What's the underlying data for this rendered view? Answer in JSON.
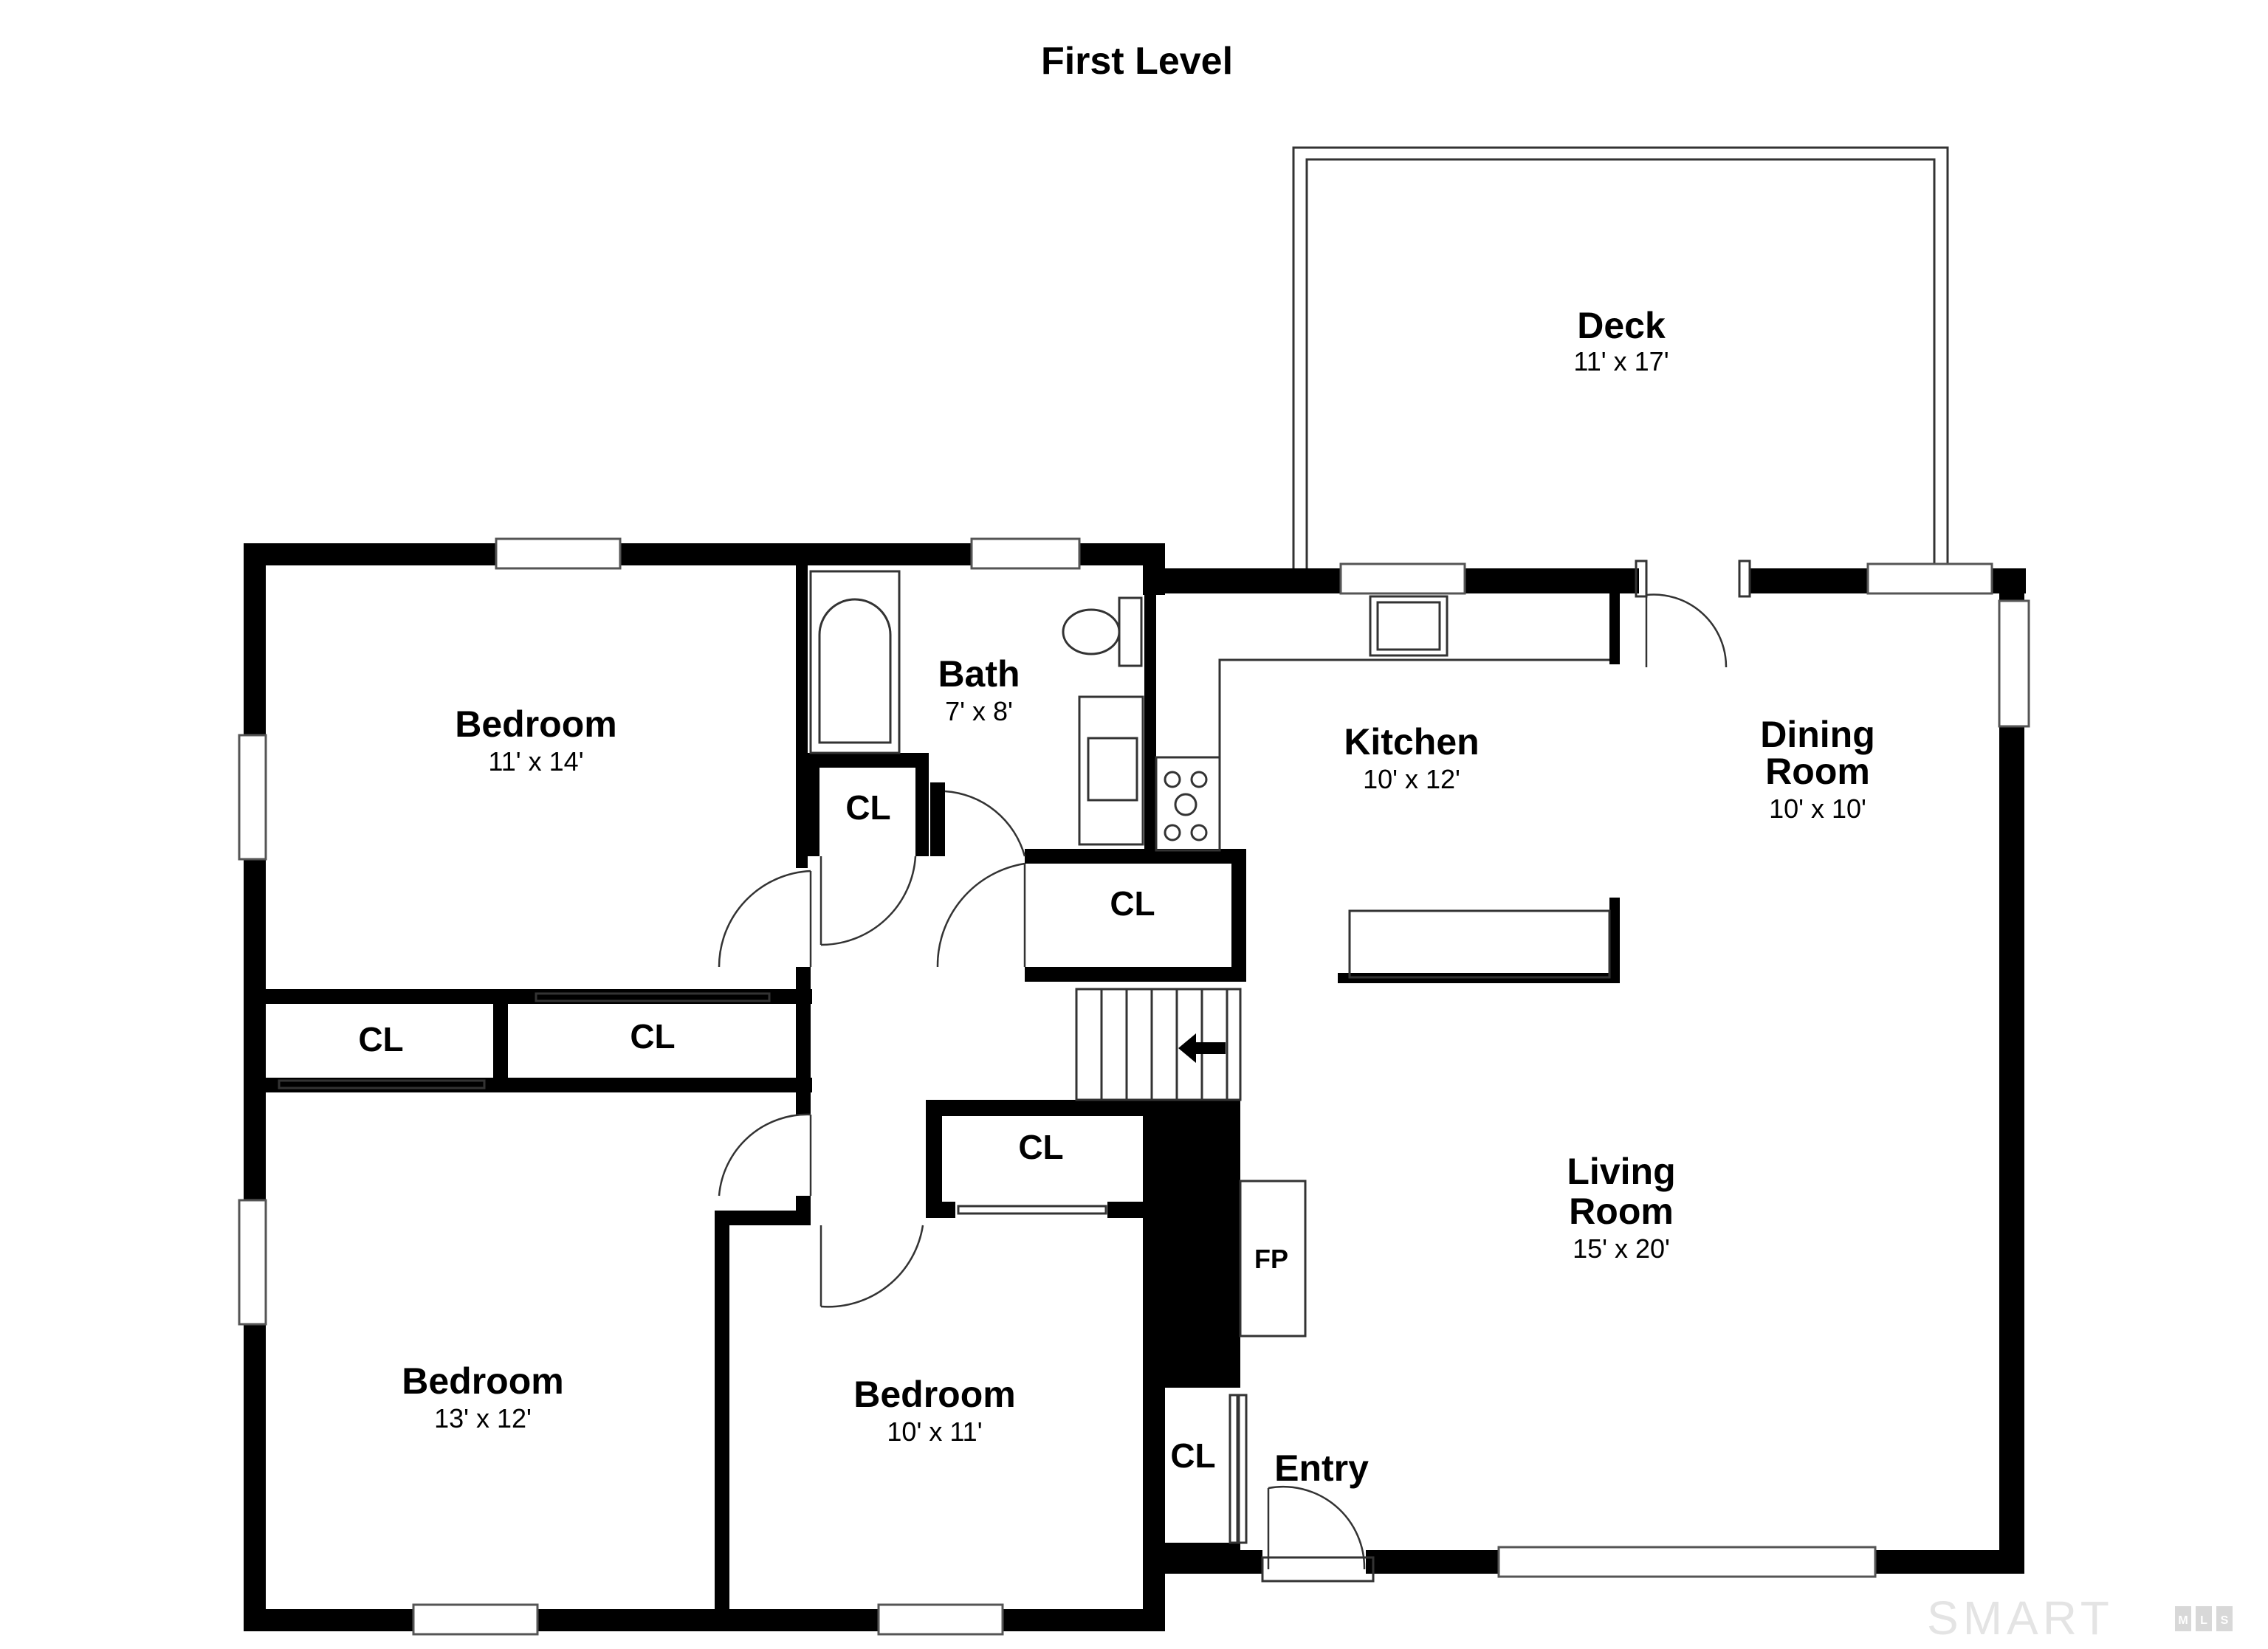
{
  "title": "First Level",
  "rooms": {
    "deck": {
      "name": "Deck",
      "dims": "11' x 17'"
    },
    "bath": {
      "name": "Bath",
      "dims": "7' x 8'"
    },
    "bedroom_nw": {
      "name": "Bedroom",
      "dims": "11' x 14'"
    },
    "kitchen": {
      "name": "Kitchen",
      "dims": "10' x 12'"
    },
    "dining": {
      "name_line1": "Dining",
      "name_line2": "Room",
      "dims": "10' x 10'"
    },
    "living": {
      "name_line1": "Living",
      "name_line2": "Room",
      "dims": "15' x 20'"
    },
    "bedroom_sw": {
      "name": "Bedroom",
      "dims": "13' x 12'"
    },
    "bedroom_s": {
      "name": "Bedroom",
      "dims": "10' x 11'"
    },
    "entry": {
      "name": "Entry"
    },
    "fireplace": {
      "label": "FP"
    }
  },
  "closets": {
    "cl_bath": "CL",
    "cl_hall_upper": "CL",
    "cl_west_a": "CL",
    "cl_west_b": "CL",
    "cl_bedroom_s": "CL",
    "cl_entry": "CL"
  },
  "logo": {
    "text": "SMART",
    "badge": [
      "M",
      "L",
      "S"
    ]
  }
}
